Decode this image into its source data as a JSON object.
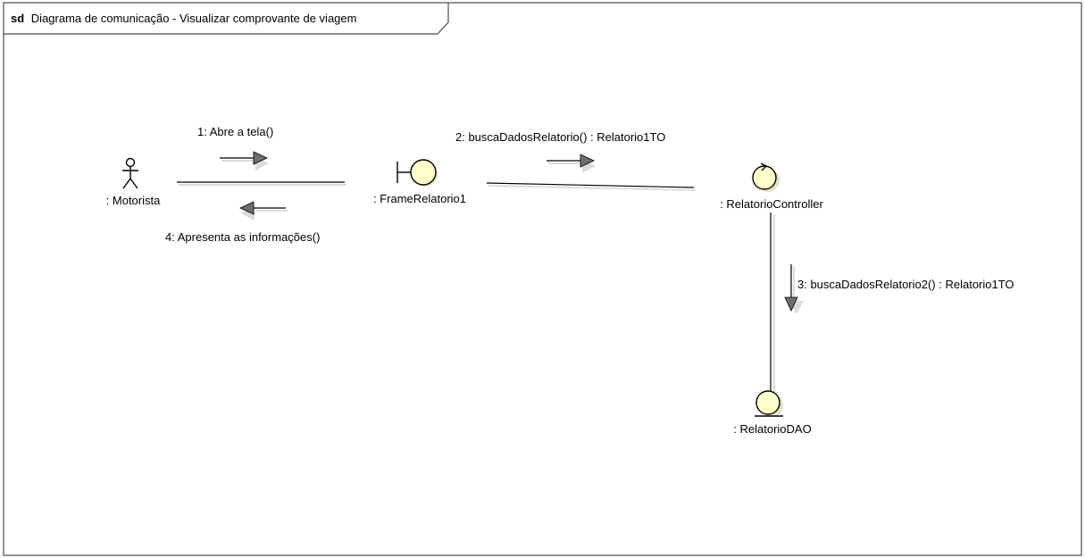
{
  "frame": {
    "keyword": "sd",
    "title": "Diagrama de comunicação - Visualizar comprovante de viagem"
  },
  "lifelines": {
    "actor": {
      "label": ": Motorista",
      "icon": "actor-icon"
    },
    "boundary": {
      "label": ": FrameRelatorio1",
      "icon": "boundary-icon"
    },
    "control": {
      "label": ": RelatorioController",
      "icon": "control-icon"
    },
    "entity": {
      "label": ": RelatorioDAO",
      "icon": "entity-icon"
    }
  },
  "messages": [
    {
      "label": "1: Abre a tela()",
      "direction": "right",
      "from": "actor",
      "to": "boundary"
    },
    {
      "label": "2: buscaDadosRelatorio() : Relatorio1TO",
      "direction": "right",
      "from": "boundary",
      "to": "control"
    },
    {
      "label": "3: buscaDadosRelatorio2() : Relatorio1TO",
      "direction": "down",
      "from": "control",
      "to": "entity"
    },
    {
      "label": "4: Apresenta as informações()",
      "direction": "left",
      "from": "boundary",
      "to": "actor"
    }
  ],
  "colors": {
    "frame_stroke": "#4a4a4a",
    "line": "#000000",
    "icon_fill": "#ffffcc",
    "arrow_fill": "#6e6e6e",
    "shadow": "#dcdcdc"
  }
}
